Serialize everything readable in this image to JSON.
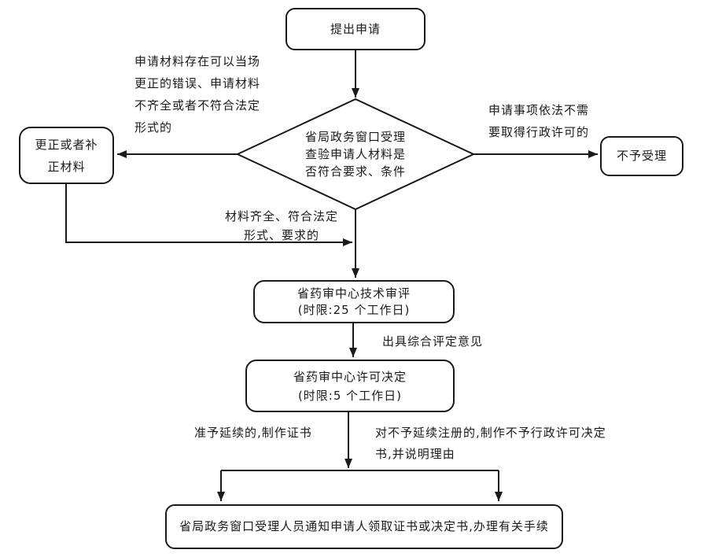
{
  "colors": {
    "line": "#1a1a1a",
    "text": "#1a1a1a",
    "background": "#ffffff"
  },
  "nodes": {
    "start": {
      "label": "提出申请"
    },
    "decision": {
      "label": "省局政务窗口受理\n查验申请人材料是\n否符合要求、条件"
    },
    "correct": {
      "label": "更正或者补\n正材料"
    },
    "reject": {
      "label": "不予受理"
    },
    "review": {
      "title": "省药审中心技术审评",
      "limit": "(时限:25 个工作日)"
    },
    "decide": {
      "title": "省药审中心许可决定",
      "limit": "(时限:5 个工作日)"
    },
    "notify": {
      "label": "省局政务窗口受理人员通知申请人领取证书或决定书,办理有关手续"
    }
  },
  "annotations": {
    "correctable": "申请材料存在可以当场\n更正的错误、申请材料\n不齐全或者不符合法定\n形式的",
    "no_permit_needed": "申请事项依法不需\n要取得行政许可的",
    "materials_ok": "材料齐全、符合法定\n形式、要求的",
    "evaluation_opinion": "出具综合评定意见",
    "approve": "准予延续的,制作证书",
    "deny": "对不予延续注册的,制作不予行政许可决定\n书,并说明理由"
  }
}
